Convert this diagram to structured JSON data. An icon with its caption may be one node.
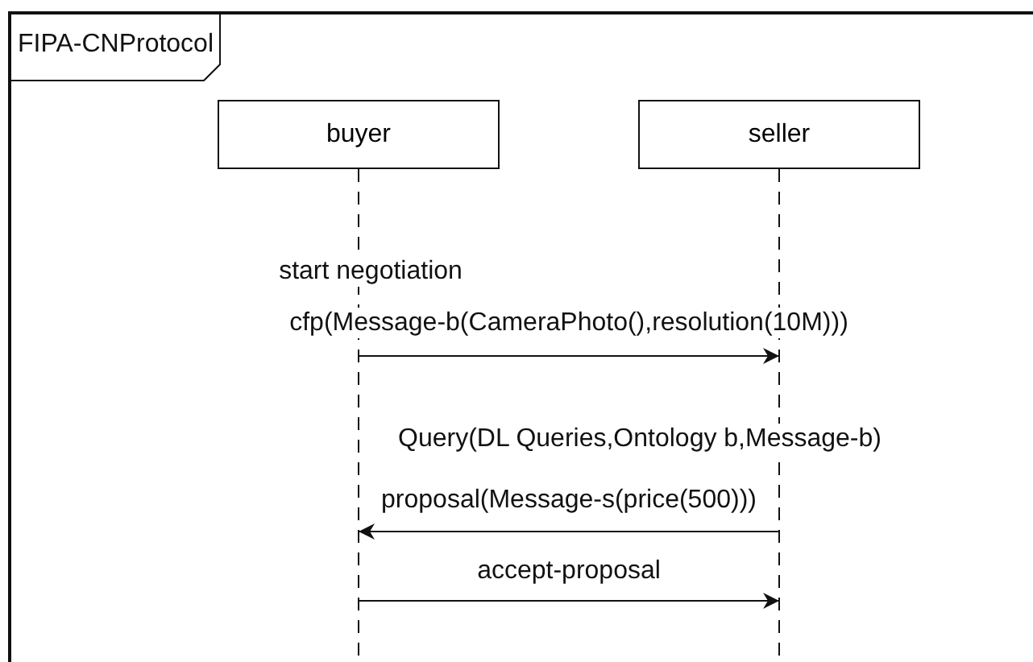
{
  "diagram": {
    "nodes": [
      {
        "text": [
          "FIPA-CNProtocol"
        ]
      },
      {
        "text": [
          "buyer"
        ],
        "in": 0
      },
      {
        "text": [
          "seller"
        ],
        "in": 0
      }
    ],
    "edges": [
      {
        "from": 1,
        "to": 2,
        "arrow": "to",
        "label": "cfp(Message-b(CameraPhoto(),resolution(10M)))"
      },
      {
        "from": 2,
        "to": 1,
        "arrow": "to",
        "label": "proposal(Message-s(price(500)))"
      },
      {
        "from": 1,
        "to": 2,
        "arrow": "to",
        "label": "accept-proposal"
      }
    ],
    "labels": [
      "start negotiation",
      "Query(DL Queries,Ontology b,Message-b)"
    ]
  }
}
